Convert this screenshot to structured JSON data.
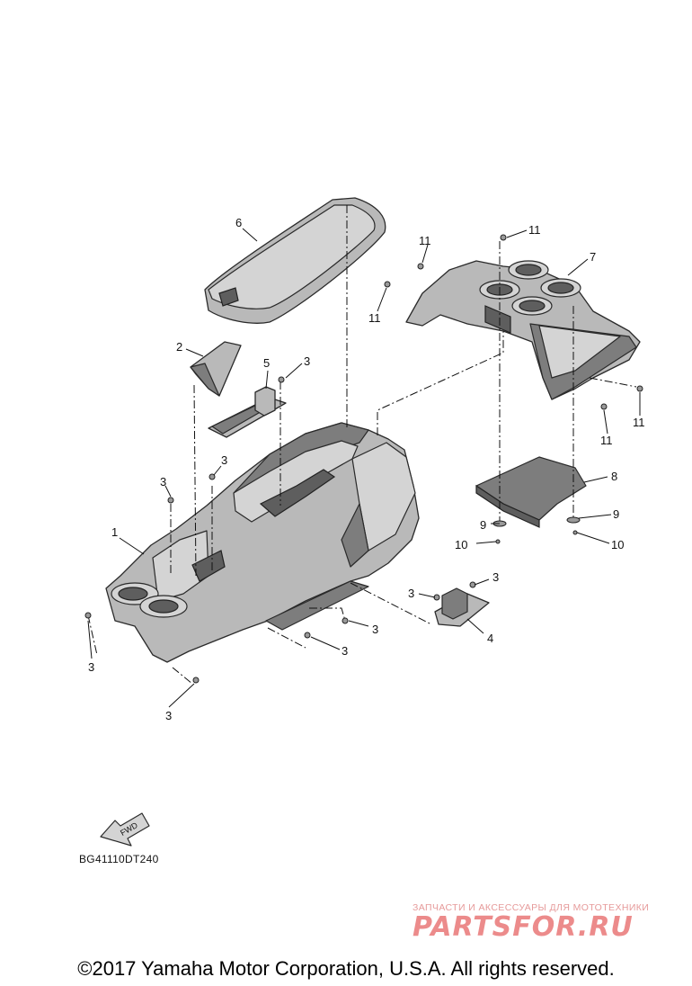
{
  "callouts": {
    "c1": "1",
    "c2": "2",
    "c3": "3",
    "c4": "4",
    "c5": "5",
    "c6": "6",
    "c7": "7",
    "c8": "8",
    "c9": "9",
    "c10": "10",
    "c11": "11"
  },
  "fwd_label": "FWD",
  "diagram_code": "BG41110DT240",
  "watermark": {
    "tagline": "ЗАПЧАСТИ И АКСЕССУАРЫ ДЛЯ МОТОТЕХНИКИ",
    "logo": "PARTSFOR.RU"
  },
  "copyright": "©2017 Yamaha Motor Corporation, U.S.A. All rights reserved.",
  "colors": {
    "part_fill": "#b9b9b9",
    "outline": "#2a2a2a",
    "watermark": "#ec8b8b"
  }
}
